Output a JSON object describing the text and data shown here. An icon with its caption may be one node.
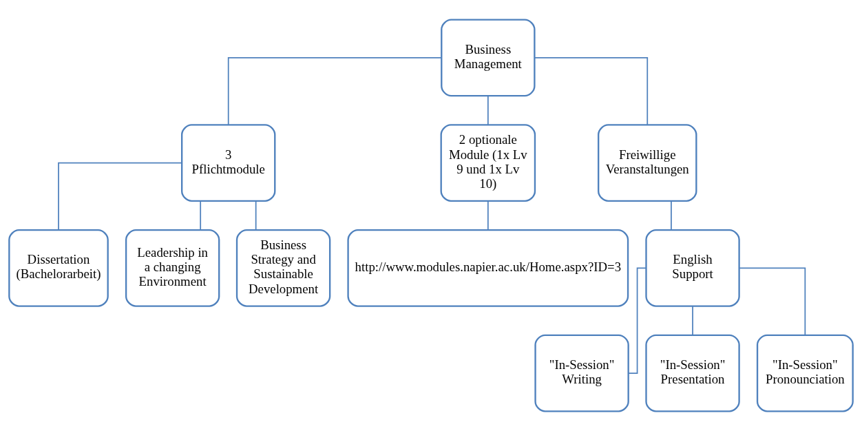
{
  "diagram": {
    "nodes": [
      {
        "text": [
          "Business Management"
        ]
      },
      {
        "text": [
          "3 Pflichtmodule"
        ]
      },
      {
        "text": [
          "2 optionale Module (1x Lv 9 und 1x Lv 10)"
        ]
      },
      {
        "text": [
          "Freiwillige Veranstaltungen"
        ]
      },
      {
        "text": [
          "Dissertation (Bachelorarbeit)"
        ]
      },
      {
        "text": [
          "Leadership in a changing Environment"
        ]
      },
      {
        "text": [
          "Business Strategy and Sustainable Development"
        ]
      },
      {
        "text": [
          "http://www.modules.napier.ac.uk/Home.aspx?ID=3"
        ]
      },
      {
        "text": [
          "English Support"
        ]
      },
      {
        "text": [
          "\"In-Session\" Writing"
        ]
      },
      {
        "text": [
          "\"In-Session\" Presentation"
        ]
      },
      {
        "text": [
          "\"In-Session\" Pronounciation"
        ]
      }
    ],
    "edges": [
      {
        "from": 0,
        "to": 1,
        "arrow": "none"
      },
      {
        "from": 0,
        "to": 2,
        "arrow": "none"
      },
      {
        "from": 0,
        "to": 3,
        "arrow": "none"
      },
      {
        "from": 1,
        "to": 4,
        "arrow": "none"
      },
      {
        "from": 1,
        "to": 5,
        "arrow": "none"
      },
      {
        "from": 1,
        "to": 6,
        "arrow": "none"
      },
      {
        "from": 2,
        "to": 7,
        "arrow": "none"
      },
      {
        "from": 3,
        "to": 8,
        "arrow": "none"
      },
      {
        "from": 8,
        "to": 9,
        "arrow": "none"
      },
      {
        "from": 8,
        "to": 10,
        "arrow": "none"
      },
      {
        "from": 8,
        "to": 11,
        "arrow": "none"
      }
    ]
  }
}
